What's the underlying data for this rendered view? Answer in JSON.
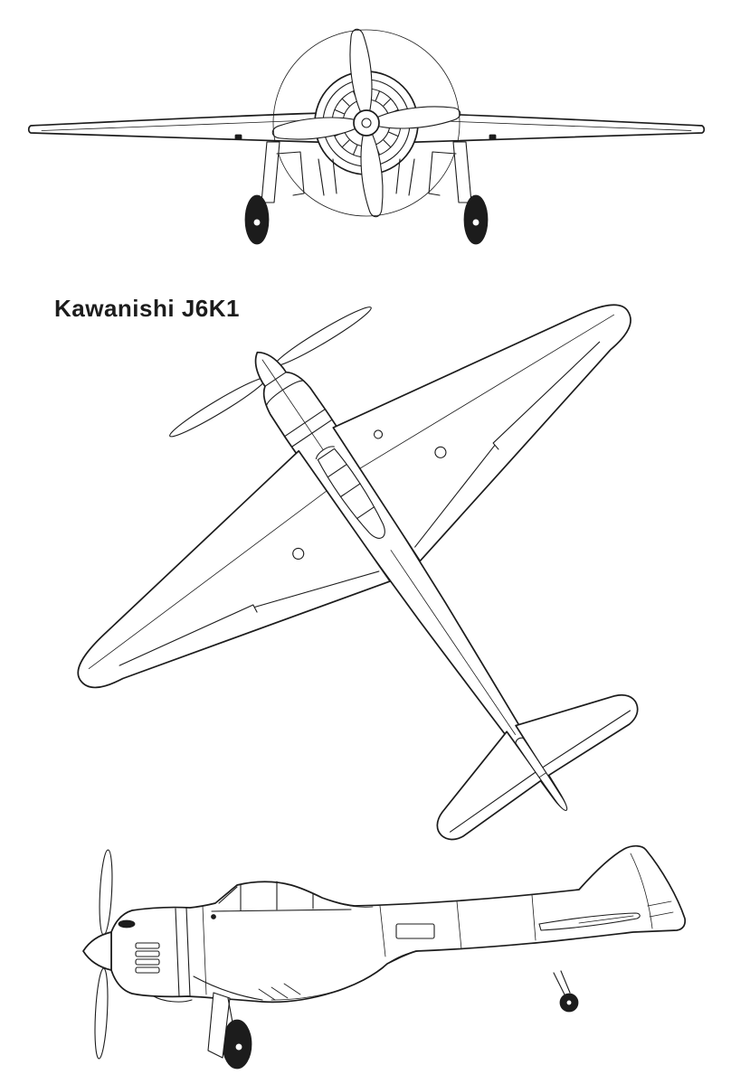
{
  "title": "Kawanishi J6K1",
  "drawing": {
    "kind": "three-view line drawing",
    "views": [
      {
        "name": "front-view"
      },
      {
        "name": "top-view"
      },
      {
        "name": "side-view"
      }
    ]
  },
  "colors": {
    "background": "#ffffff",
    "line": "#1c1c1c"
  }
}
